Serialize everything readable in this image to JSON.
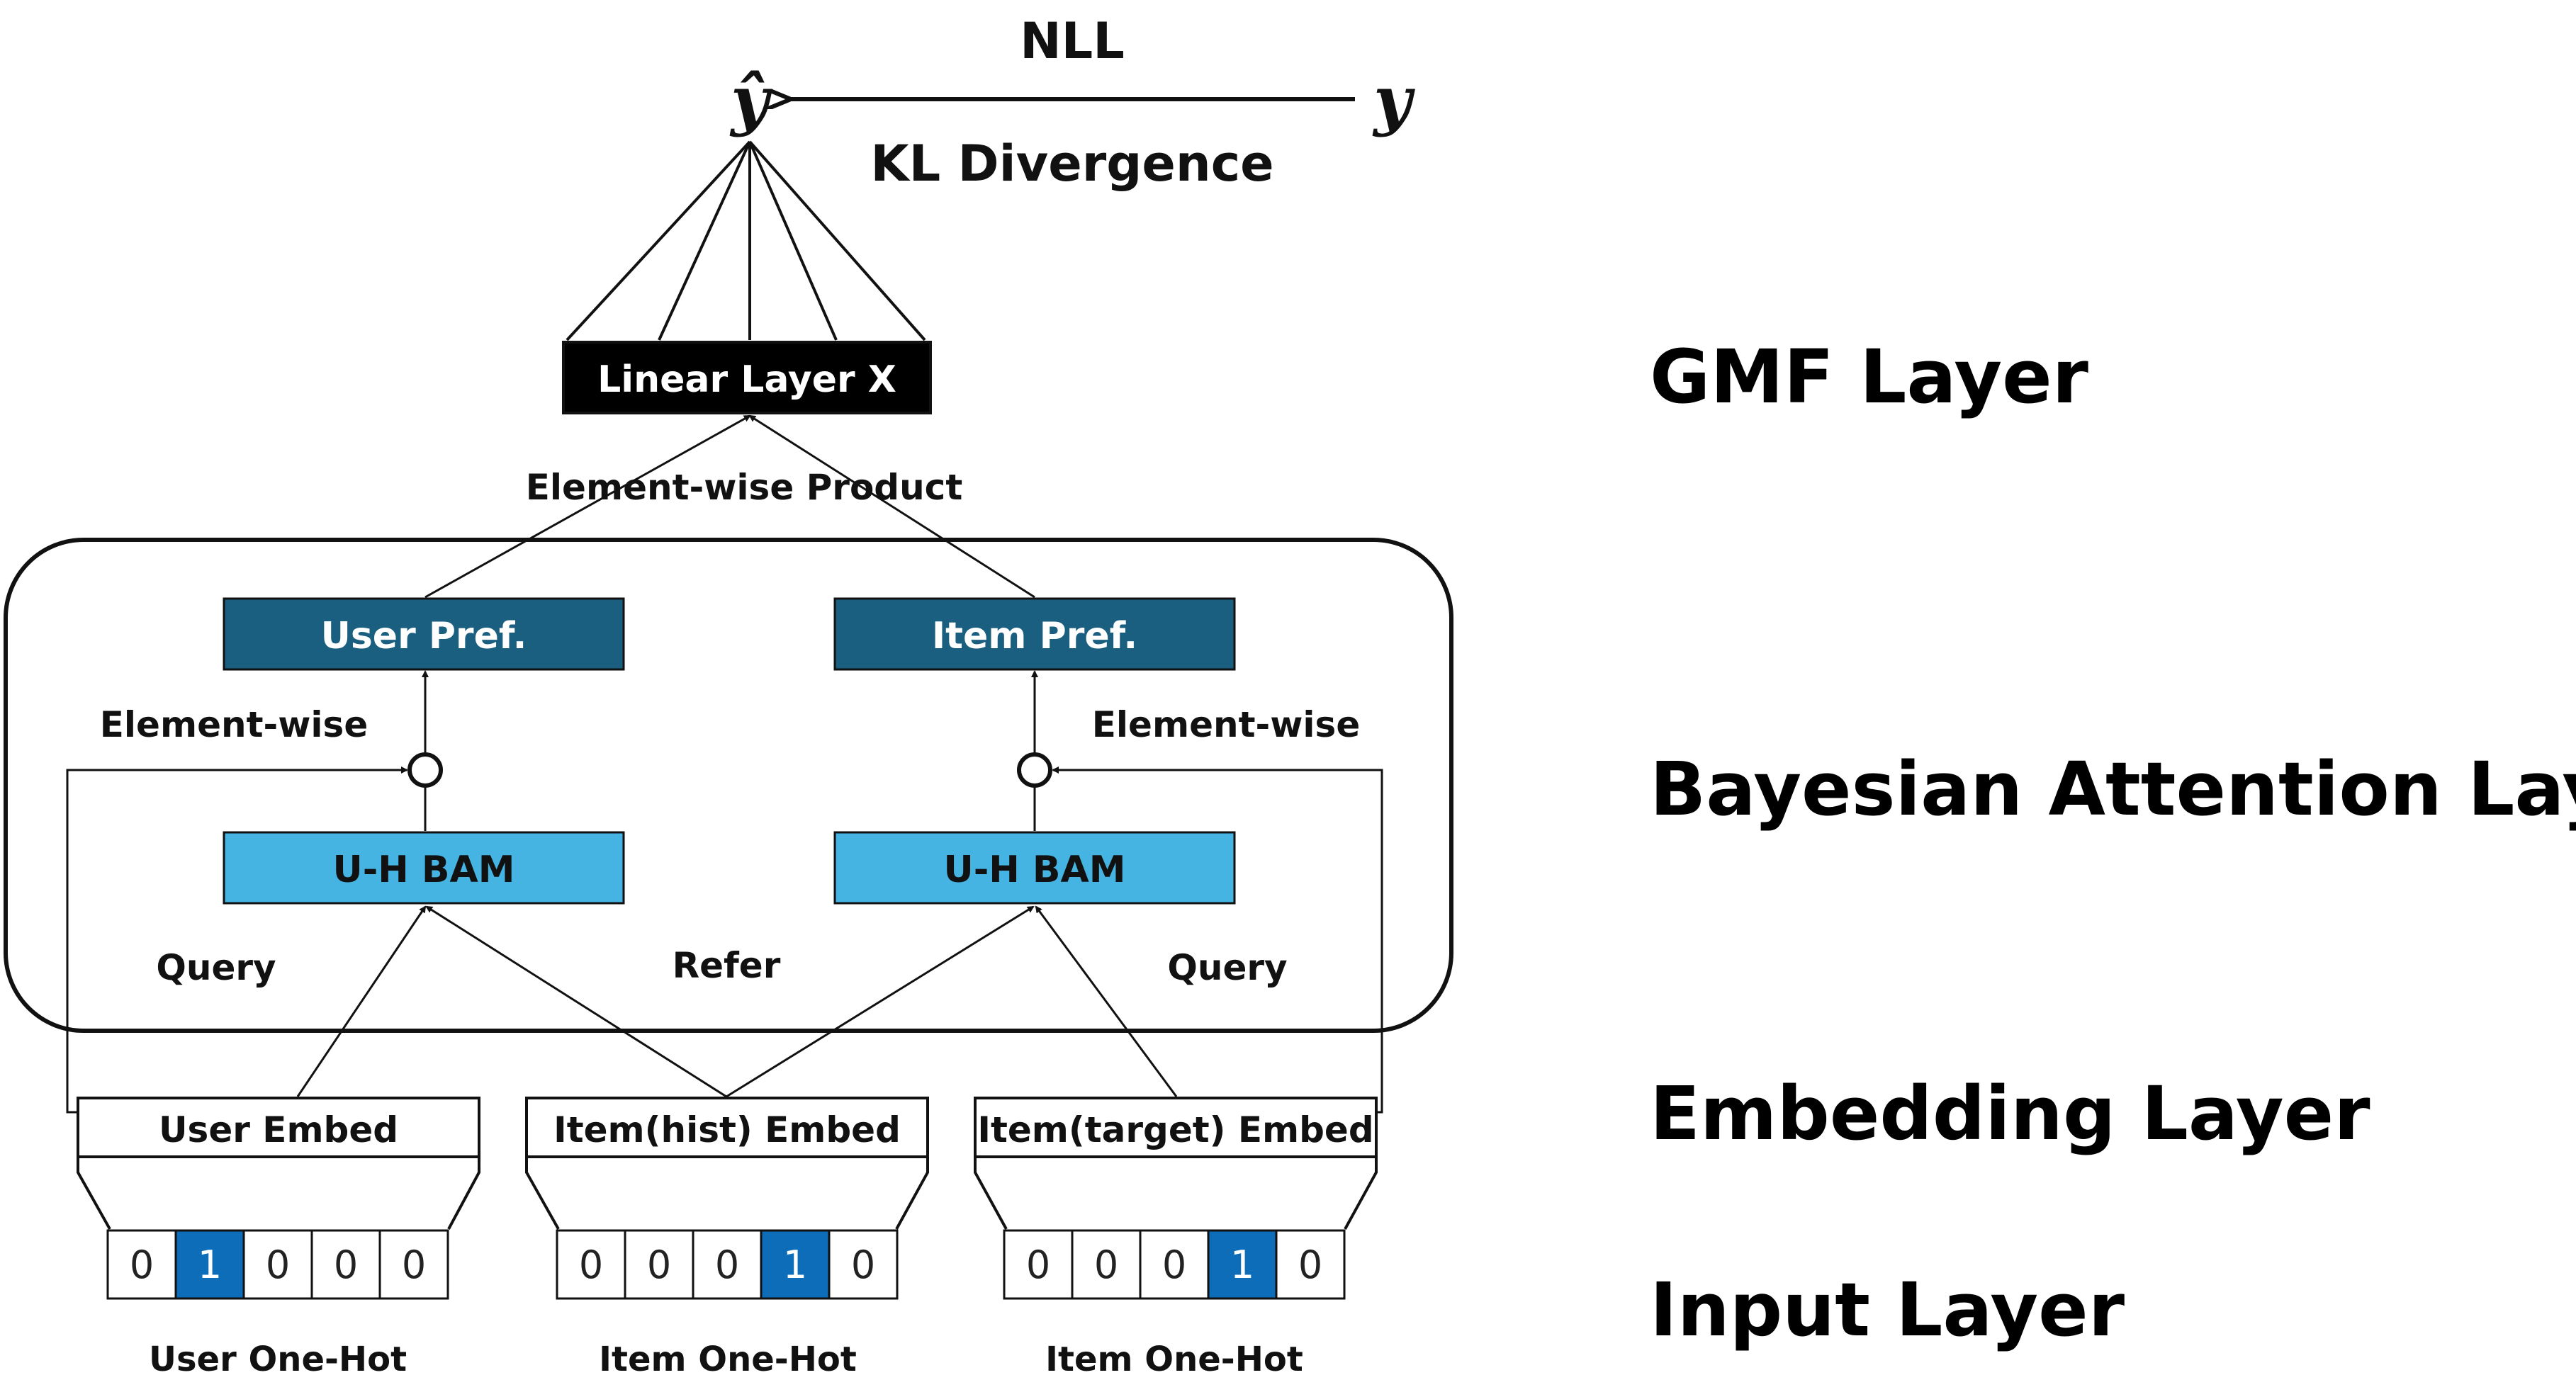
{
  "colors": {
    "pref_box": "#1b5f80",
    "bam_box": "#45b4e3",
    "linear_box": "#000000",
    "onehot_active": "#0d6db8",
    "stroke": "#111111"
  },
  "target": {
    "prediction": "ŷ",
    "label": "y",
    "loss_top": "NLL",
    "loss_bottom": "KL Divergence"
  },
  "linear_layer": "Linear Layer X",
  "element_wise_product": "Element-wise Product",
  "attention_block": {
    "user_pref": "User Pref.",
    "item_pref": "Item Pref.",
    "element_wise_left": "Element-wise",
    "element_wise_right": "Element-wise",
    "user_bam": "U-H BAM",
    "item_bam": "U-H BAM",
    "query_left": "Query",
    "refer": "Refer",
    "query_right": "Query"
  },
  "embeddings": {
    "user": "User Embed",
    "item_hist": "Item(hist) Embed",
    "item_target": "Item(target) Embed"
  },
  "one_hot": {
    "user": {
      "label": "User One-Hot",
      "cells": [
        "0",
        "1",
        "0",
        "0",
        "0"
      ],
      "active_index": 1
    },
    "item_hist": {
      "label": "Item One-Hot",
      "cells": [
        "0",
        "0",
        "0",
        "1",
        "0"
      ],
      "active_index": 3
    },
    "item_target": {
      "label": "Item One-Hot",
      "cells": [
        "0",
        "0",
        "0",
        "1",
        "0"
      ],
      "active_index": 3
    }
  },
  "layer_labels": {
    "gmf": "GMF Layer",
    "attention": "Bayesian Attention Layer",
    "embedding": "Embedding Layer",
    "input": "Input Layer"
  }
}
